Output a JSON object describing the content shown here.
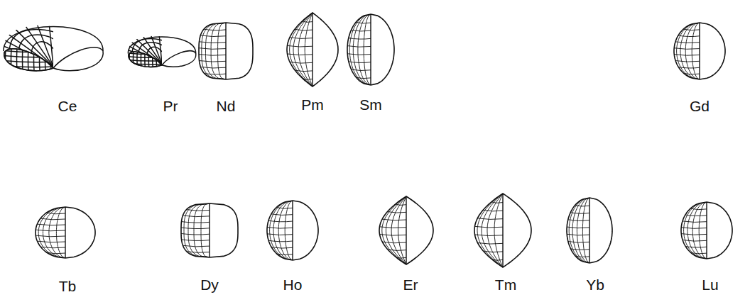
{
  "diagram": {
    "labels": [
      "Ce",
      "Pr",
      "Nd",
      "Pm",
      "Sm",
      "Gd",
      "Tb",
      "Dy",
      "Ho",
      "Er",
      "Tm",
      "Yb",
      "Lu"
    ]
  }
}
